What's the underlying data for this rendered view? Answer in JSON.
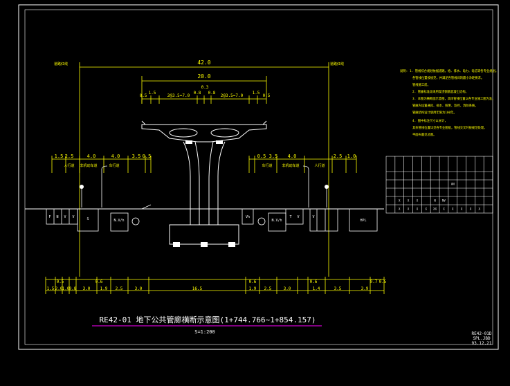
{
  "drawing": {
    "title": "RE42-01  地下公共管廊横断示意图(1+744.766~1+854.157)",
    "scale": "S=1:200",
    "code_block": [
      "RE42-01D",
      "SPL.JBD",
      "93.12.21"
    ]
  },
  "dimensions": {
    "total_width": "42.0",
    "deck_width": "20.0",
    "deck_sub": [
      "0.5",
      "1.5",
      "2@3.5=7.0",
      "0.8",
      "0.3",
      "0.8",
      "2@3.5=7.0",
      "1.5",
      "0.5"
    ],
    "left_side": [
      "1.5",
      "2.5",
      "4.0",
      "4.0",
      "3.5",
      "0.5"
    ],
    "right_side": [
      "0.5",
      "3.5",
      "4.0",
      "2.5",
      "1.0"
    ],
    "bottom_row": [
      "1.5",
      "2.0",
      "1.0",
      "0.8",
      "3.0",
      "1.9",
      "2.5",
      "3.0",
      "16.5",
      "1.9",
      "2.5",
      "3.0",
      "1.4",
      "3.5",
      "3.9"
    ],
    "bottom_small": [
      "0.5",
      "0.6",
      "0.6",
      "0.6",
      "0.7",
      "0.5"
    ],
    "edge_labels": [
      "道路红线",
      "道路红线"
    ]
  },
  "labels": {
    "sidewalk_left": "人行道",
    "bike_left": "非机动车道",
    "lane_left": "车行道",
    "sidewalk_right": "人行道",
    "bike_right": "非机动车道",
    "lane_right": "车行道",
    "duct_left": "N.V/h",
    "duct_right": "N.V/h",
    "chamber_s": "S",
    "box_letters_left": [
      "F",
      "N",
      "V",
      "V"
    ],
    "box_letters_right": [
      "Vh",
      "T",
      "V",
      "V"
    ],
    "hpl": "HPL"
  },
  "notes": {
    "heading": "说明:",
    "items": [
      "1. 管线综合规划依据道路，给、排水、电力、电信等各专业规划。",
      "   各管线位置按规范，并满足各管线间的最小净距要求。",
      "   管线施工前。",
      "2. 管廊标准段采用现浇钢筋混凝土结构。",
      "3. 本图为横断面示意图，具体管线位置以各专业施工图为准，",
      "   管廊内设置通风、排水、照明、监控、消防系统，",
      "   管廊结构设计使用年限为100年。",
      "4. 图中标注尺寸以米计，",
      "   其余管线位置详见各专业图纸，管线交叉时按规范处理。",
      "   平面布置见总图。"
    ]
  },
  "table": {
    "rows": 6,
    "cols": 12,
    "row2_values": [
      "",
      "",
      "",
      "",
      "",
      "",
      "",
      "AN",
      "",
      "",
      "",
      ""
    ],
    "row4_values": [
      "",
      "X",
      "X",
      "X",
      "",
      "N",
      "NV",
      "",
      "",
      "",
      "",
      ""
    ],
    "row5_values": [
      "",
      "X",
      "X",
      "X",
      "X",
      "XX",
      "X",
      "X",
      "X",
      "X",
      "X",
      ""
    ]
  },
  "colors": {
    "background": "#000000",
    "frame": "#ffffff",
    "dimension": "#ffff00",
    "structure": "#ffffff",
    "title_line": "#ff00ff"
  }
}
